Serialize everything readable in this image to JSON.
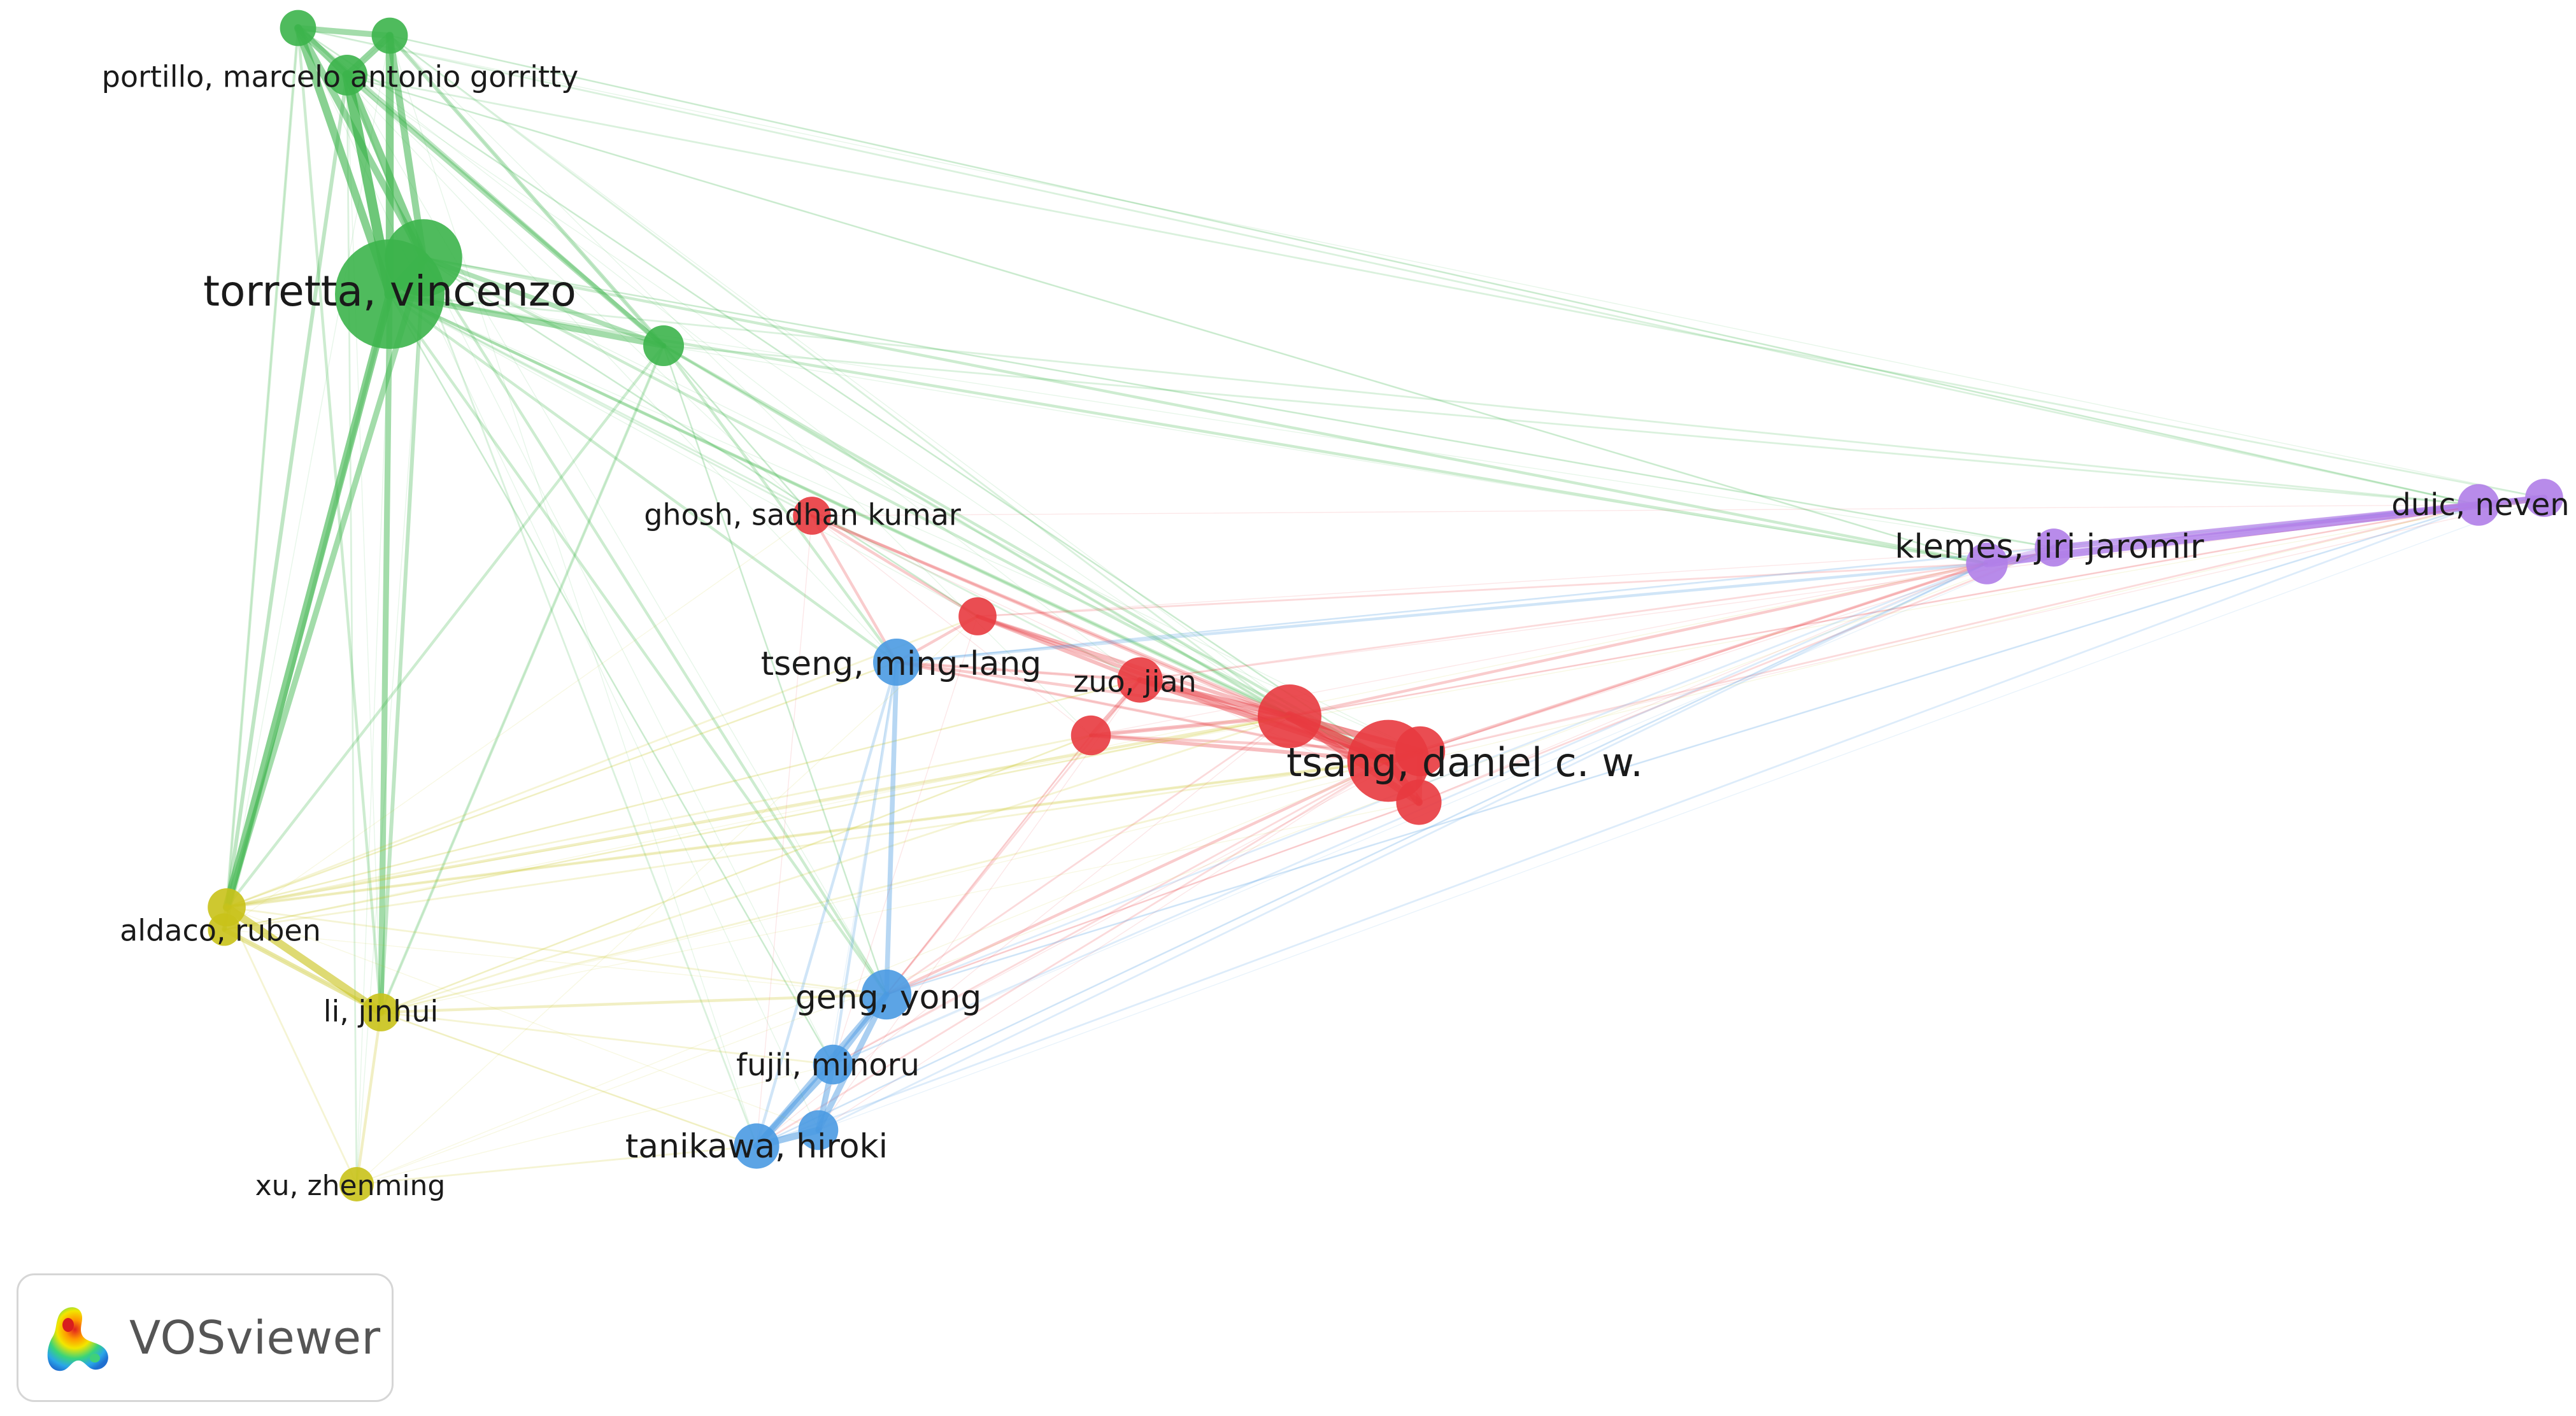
{
  "colors": {
    "green": "#3cb44b",
    "yellow": "#c9c21a",
    "red": "#e83a3f",
    "blue": "#4a9ae2",
    "purple": "#b07ee8",
    "label": "#1a1a1a"
  },
  "clusters": [
    {
      "id": "green",
      "color": "#3cb44b"
    },
    {
      "id": "yellow",
      "color": "#c9c21a"
    },
    {
      "id": "red",
      "color": "#e83a3f"
    },
    {
      "id": "blue",
      "color": "#4a9ae2"
    },
    {
      "id": "purple",
      "color": "#b07ee8"
    }
  ],
  "nodes": [
    {
      "id": "torretta",
      "label": "torretta, vincenzo",
      "cluster": "green",
      "weight": 10
    },
    {
      "id": "portillo",
      "label": "portillo, marcelo antonio gorritty",
      "cluster": "green",
      "weight": 2.5
    },
    {
      "id": "g_top1",
      "label": "",
      "cluster": "green",
      "weight": 2
    },
    {
      "id": "g_top2",
      "label": "",
      "cluster": "green",
      "weight": 2
    },
    {
      "id": "g_big2",
      "label": "",
      "cluster": "green",
      "weight": 6.5
    },
    {
      "id": "g_mid",
      "label": "",
      "cluster": "green",
      "weight": 2.5
    },
    {
      "id": "aldaco",
      "label": "aldaco, ruben",
      "cluster": "yellow",
      "weight": 2.2
    },
    {
      "id": "lijinhui",
      "label": "li, jinhui",
      "cluster": "yellow",
      "weight": 2.2
    },
    {
      "id": "xuzhenming",
      "label": "xu, zhenming",
      "cluster": "yellow",
      "weight": 1.8
    },
    {
      "id": "y_small",
      "label": "",
      "cluster": "yellow",
      "weight": 1.6
    },
    {
      "id": "tsang",
      "label": "tsang, daniel c. w.",
      "cluster": "red",
      "weight": 7
    },
    {
      "id": "r_big",
      "label": "",
      "cluster": "red",
      "weight": 5
    },
    {
      "id": "r_b1",
      "label": "",
      "cluster": "red",
      "weight": 3.5
    },
    {
      "id": "r_b2",
      "label": "",
      "cluster": "red",
      "weight": 3
    },
    {
      "id": "zuojian",
      "label": "zuo, jian",
      "cluster": "red",
      "weight": 3
    },
    {
      "id": "ghosh",
      "label": "ghosh, sadhan kumar",
      "cluster": "red",
      "weight": 2.2
    },
    {
      "id": "r_small",
      "label": "",
      "cluster": "red",
      "weight": 2.2
    },
    {
      "id": "r_s2",
      "label": "",
      "cluster": "red",
      "weight": 2.4
    },
    {
      "id": "tsengml",
      "label": "tseng, ming-lang",
      "cluster": "blue",
      "weight": 3.2
    },
    {
      "id": "gengyong",
      "label": "geng, yong",
      "cluster": "blue",
      "weight": 3.5
    },
    {
      "id": "fujii",
      "label": "fujii, minoru",
      "cluster": "blue",
      "weight": 2.4
    },
    {
      "id": "tanikawa",
      "label": "tanikawa, hiroki",
      "cluster": "blue",
      "weight": 3
    },
    {
      "id": "b_s1",
      "label": "",
      "cluster": "blue",
      "weight": 2.4
    },
    {
      "id": "klemes",
      "label": "klemes, jiri jaromir",
      "cluster": "purple",
      "weight": 2.6
    },
    {
      "id": "p_k2",
      "label": "",
      "cluster": "purple",
      "weight": 2.2
    },
    {
      "id": "duic",
      "label": "duic, neven",
      "cluster": "purple",
      "weight": 2.6
    },
    {
      "id": "p_d2",
      "label": "",
      "cluster": "purple",
      "weight": 2.2
    }
  ],
  "edges": [
    [
      "torretta",
      "portillo",
      9
    ],
    [
      "torretta",
      "g_top1",
      7
    ],
    [
      "torretta",
      "g_top2",
      7
    ],
    [
      "torretta",
      "g_big2",
      10
    ],
    [
      "torretta",
      "g_mid",
      5
    ],
    [
      "portillo",
      "g_top1",
      6
    ],
    [
      "portillo",
      "g_top2",
      6
    ],
    [
      "g_top1",
      "g_top2",
      5
    ],
    [
      "g_big2",
      "portillo",
      7
    ],
    [
      "g_big2",
      "g_top2",
      6
    ],
    [
      "g_big2",
      "g_top1",
      6
    ],
    [
      "g_mid",
      "portillo",
      4
    ],
    [
      "g_mid",
      "g_top1",
      3
    ],
    [
      "g_mid",
      "g_top2",
      3
    ],
    [
      "g_big2",
      "g_mid",
      4
    ],
    [
      "torretta",
      "aldaco",
      7
    ],
    [
      "torretta",
      "lijinhui",
      5
    ],
    [
      "g_big2",
      "aldaco",
      5
    ],
    [
      "portillo",
      "aldaco",
      3
    ],
    [
      "g_top1",
      "aldaco",
      2
    ],
    [
      "g_mid",
      "aldaco",
      2
    ],
    [
      "torretta",
      "y_small",
      3
    ],
    [
      "g_big2",
      "lijinhui",
      3
    ],
    [
      "g_top1",
      "lijinhui",
      2
    ],
    [
      "portillo",
      "xuzhenming",
      1
    ],
    [
      "g_mid",
      "lijinhui",
      2
    ],
    [
      "aldaco",
      "lijinhui",
      7
    ],
    [
      "aldaco",
      "y_small",
      4
    ],
    [
      "lijinhui",
      "y_small",
      4
    ],
    [
      "lijinhui",
      "xuzhenming",
      2
    ],
    [
      "aldaco",
      "xuzhenming",
      1
    ],
    [
      "torretta",
      "tsengml",
      2
    ],
    [
      "torretta",
      "gengyong",
      2
    ],
    [
      "g_big2",
      "gengyong",
      2
    ],
    [
      "g_mid",
      "tsengml",
      2
    ],
    [
      "g_mid",
      "gengyong",
      1
    ],
    [
      "portillo",
      "tanikawa",
      1
    ],
    [
      "torretta",
      "fujii",
      1
    ],
    [
      "torretta",
      "tsang",
      2
    ],
    [
      "torretta",
      "r_big",
      2
    ],
    [
      "g_big2",
      "tsang",
      2
    ],
    [
      "g_mid",
      "tsang",
      2
    ],
    [
      "g_mid",
      "r_big",
      2
    ],
    [
      "g_top1",
      "tsang",
      1
    ],
    [
      "g_top2",
      "r_big",
      1
    ],
    [
      "torretta",
      "zuojian",
      1
    ],
    [
      "g_big2",
      "r_small",
      1
    ],
    [
      "torretta",
      "ghosh",
      1
    ],
    [
      "g_mid",
      "ghosh",
      1
    ],
    [
      "torretta",
      "klemes",
      2
    ],
    [
      "g_big2",
      "klemes",
      2
    ],
    [
      "portillo",
      "klemes",
      1
    ],
    [
      "g_top1",
      "duic",
      1
    ],
    [
      "g_top2",
      "duic",
      1
    ],
    [
      "g_mid",
      "duic",
      1
    ],
    [
      "torretta",
      "duic",
      1
    ],
    [
      "g_big2",
      "p_k2",
      1
    ],
    [
      "portillo",
      "p_d2",
      1
    ],
    [
      "tsang",
      "r_big",
      9
    ],
    [
      "tsang",
      "r_b1",
      7
    ],
    [
      "tsang",
      "r_b2",
      7
    ],
    [
      "r_big",
      "r_b1",
      6
    ],
    [
      "r_big",
      "r_b2",
      6
    ],
    [
      "r_b1",
      "r_b2",
      5
    ],
    [
      "tsang",
      "zuojian",
      5
    ],
    [
      "r_big",
      "zuojian",
      5
    ],
    [
      "zuojian",
      "r_small",
      3
    ],
    [
      "zuojian",
      "r_s2",
      3
    ],
    [
      "tsang",
      "r_small",
      3
    ],
    [
      "tsang",
      "r_s2",
      3
    ],
    [
      "r_big",
      "r_s2",
      3
    ],
    [
      "r_big",
      "r_small",
      3
    ],
    [
      "ghosh",
      "r_small",
      2
    ],
    [
      "ghosh",
      "tsang",
      2
    ],
    [
      "ghosh",
      "r_big",
      2
    ],
    [
      "r_s2",
      "r_b1",
      2
    ],
    [
      "tsang",
      "tsengml",
      2
    ],
    [
      "r_big",
      "tsengml",
      2
    ],
    [
      "r_small",
      "tsengml",
      2
    ],
    [
      "zuojian",
      "tsengml",
      2
    ],
    [
      "tsang",
      "gengyong",
      2
    ],
    [
      "r_big",
      "gengyong",
      1
    ],
    [
      "tsang",
      "fujii",
      1
    ],
    [
      "r_b2",
      "gengyong",
      1
    ],
    [
      "ghosh",
      "tsengml",
      2
    ],
    [
      "r_s2",
      "gengyong",
      1
    ],
    [
      "tsang",
      "tanikawa",
      1
    ],
    [
      "zuojian",
      "gengyong",
      1
    ],
    [
      "tsang",
      "klemes",
      2
    ],
    [
      "r_big",
      "klemes",
      2
    ],
    [
      "r_b1",
      "klemes",
      1
    ],
    [
      "zuojian",
      "klemes",
      1
    ],
    [
      "tsang",
      "duic",
      1
    ],
    [
      "r_big",
      "duic",
      1
    ],
    [
      "r_small",
      "klemes",
      1
    ],
    [
      "r_b2",
      "p_k2",
      1
    ],
    [
      "aldaco",
      "tsang",
      2
    ],
    [
      "aldaco",
      "r_big",
      2
    ],
    [
      "lijinhui",
      "tsang",
      1
    ],
    [
      "aldaco",
      "zuojian",
      1
    ],
    [
      "y_small",
      "tsang",
      1
    ],
    [
      "lijinhui",
      "r_s2",
      1
    ],
    [
      "aldaco",
      "r_s2",
      1
    ],
    [
      "y_small",
      "r_big",
      1
    ],
    [
      "lijinhui",
      "r_big",
      1
    ],
    [
      "aldaco",
      "r_small",
      1
    ],
    [
      "aldaco",
      "gengyong",
      1
    ],
    [
      "lijinhui",
      "gengyong",
      2
    ],
    [
      "lijinhui",
      "fujii",
      1
    ],
    [
      "xuzhenming",
      "tanikawa",
      1
    ],
    [
      "aldaco",
      "tsengml",
      1
    ],
    [
      "lijinhui",
      "tanikawa",
      1
    ],
    [
      "tsengml",
      "gengyong",
      4
    ],
    [
      "gengyong",
      "fujii",
      5
    ],
    [
      "gengyong",
      "tanikawa",
      5
    ],
    [
      "fujii",
      "tanikawa",
      6
    ],
    [
      "fujii",
      "b_s1",
      5
    ],
    [
      "tanikawa",
      "b_s1",
      6
    ],
    [
      "gengyong",
      "b_s1",
      5
    ],
    [
      "tsengml",
      "fujii",
      2
    ],
    [
      "tsengml",
      "tanikawa",
      2
    ],
    [
      "gengyong",
      "klemes",
      1
    ],
    [
      "tsengml",
      "klemes",
      2
    ],
    [
      "fujii",
      "klemes",
      1
    ],
    [
      "tanikawa",
      "klemes",
      1
    ],
    [
      "gengyong",
      "duic",
      1
    ],
    [
      "tanikawa",
      "duic",
      1
    ],
    [
      "b_s1",
      "klemes",
      1
    ],
    [
      "tsengml",
      "p_k2",
      1
    ],
    [
      "klemes",
      "p_k2",
      4
    ],
    [
      "klemes",
      "duic",
      7
    ],
    [
      "klemes",
      "p_d2",
      6
    ],
    [
      "p_k2",
      "duic",
      5
    ],
    [
      "p_k2",
      "p_d2",
      5
    ],
    [
      "duic",
      "p_d2",
      5
    ]
  ],
  "badge": {
    "text": "VOSviewer"
  }
}
